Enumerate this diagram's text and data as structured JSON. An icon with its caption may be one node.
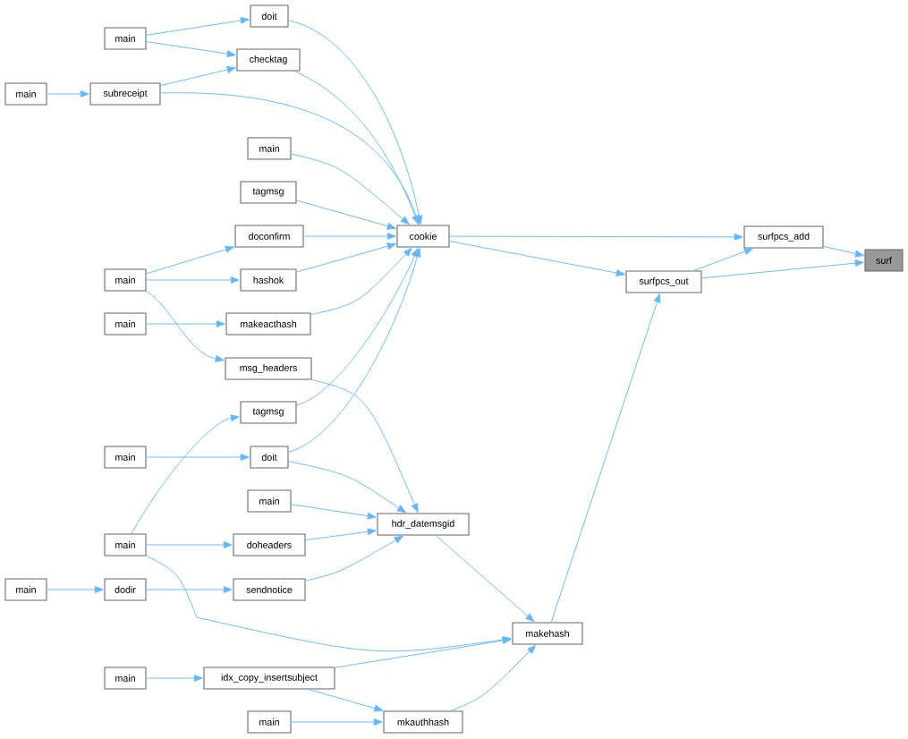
{
  "diagram": {
    "nodes": [
      {
        "text": [
          "surf"
        ]
      },
      {
        "text": [
          "surfpcs_add"
        ]
      },
      {
        "text": [
          "surfpcs_out"
        ]
      },
      {
        "text": [
          "cookie"
        ]
      },
      {
        "text": [
          "makehash"
        ]
      },
      {
        "text": [
          "doit"
        ]
      },
      {
        "text": [
          "checktag"
        ]
      },
      {
        "text": [
          "subreceipt"
        ]
      },
      {
        "text": [
          "main"
        ]
      },
      {
        "text": [
          "main"
        ]
      },
      {
        "text": [
          "main"
        ]
      },
      {
        "text": [
          "tagmsg"
        ]
      },
      {
        "text": [
          "doconfirm"
        ]
      },
      {
        "text": [
          "hashok"
        ]
      },
      {
        "text": [
          "makeacthash"
        ]
      },
      {
        "text": [
          "main"
        ]
      },
      {
        "text": [
          "main"
        ]
      },
      {
        "text": [
          "msg_headers"
        ]
      },
      {
        "text": [
          "tagmsg"
        ]
      },
      {
        "text": [
          "doit"
        ]
      },
      {
        "text": [
          "main"
        ]
      },
      {
        "text": [
          "hdr_datemsgid"
        ]
      },
      {
        "text": [
          "main"
        ]
      },
      {
        "text": [
          "doheaders"
        ]
      },
      {
        "text": [
          "main"
        ]
      },
      {
        "text": [
          "sendnotice"
        ]
      },
      {
        "text": [
          "dodir"
        ]
      },
      {
        "text": [
          "main"
        ]
      },
      {
        "text": [
          "idx_copy_insertsubject"
        ]
      },
      {
        "text": [
          "main"
        ]
      },
      {
        "text": [
          "mkauthhash"
        ]
      },
      {
        "text": [
          "main"
        ]
      }
    ],
    "edges": [
      {
        "from": 1,
        "to": 0,
        "arrow": "to"
      },
      {
        "from": 2,
        "to": 0,
        "arrow": "to"
      },
      {
        "from": 2,
        "to": 1,
        "arrow": "to"
      },
      {
        "from": 3,
        "to": 1,
        "arrow": "to"
      },
      {
        "from": 3,
        "to": 2,
        "arrow": "to"
      },
      {
        "from": 4,
        "to": 2,
        "arrow": "to"
      },
      {
        "from": 5,
        "to": 3,
        "arrow": "to"
      },
      {
        "from": 6,
        "to": 3,
        "arrow": "to"
      },
      {
        "from": 7,
        "to": 3,
        "arrow": "to"
      },
      {
        "from": 10,
        "to": 3,
        "arrow": "to"
      },
      {
        "from": 11,
        "to": 3,
        "arrow": "to"
      },
      {
        "from": 12,
        "to": 3,
        "arrow": "to"
      },
      {
        "from": 13,
        "to": 3,
        "arrow": "to"
      },
      {
        "from": 14,
        "to": 3,
        "arrow": "to"
      },
      {
        "from": 18,
        "to": 3,
        "arrow": "to"
      },
      {
        "from": 19,
        "to": 3,
        "arrow": "to"
      },
      {
        "from": 8,
        "to": 5,
        "arrow": "to"
      },
      {
        "from": 8,
        "to": 6,
        "arrow": "to"
      },
      {
        "from": 7,
        "to": 6,
        "arrow": "to"
      },
      {
        "from": 9,
        "to": 7,
        "arrow": "to"
      },
      {
        "from": 15,
        "to": 12,
        "arrow": "to"
      },
      {
        "from": 15,
        "to": 13,
        "arrow": "to"
      },
      {
        "from": 15,
        "to": 17,
        "arrow": "to"
      },
      {
        "from": 16,
        "to": 14,
        "arrow": "to"
      },
      {
        "from": 17,
        "to": 21,
        "arrow": "to"
      },
      {
        "from": 19,
        "to": 21,
        "arrow": "to"
      },
      {
        "from": 22,
        "to": 21,
        "arrow": "to"
      },
      {
        "from": 23,
        "to": 21,
        "arrow": "to"
      },
      {
        "from": 25,
        "to": 21,
        "arrow": "to"
      },
      {
        "from": 21,
        "to": 4,
        "arrow": "to"
      },
      {
        "from": 20,
        "to": 19,
        "arrow": "to"
      },
      {
        "from": 24,
        "to": 18,
        "arrow": "to"
      },
      {
        "from": 24,
        "to": 23,
        "arrow": "to"
      },
      {
        "from": 24,
        "to": 4,
        "arrow": "to"
      },
      {
        "from": 27,
        "to": 26,
        "arrow": "to"
      },
      {
        "from": 26,
        "to": 25,
        "arrow": "to"
      },
      {
        "from": 28,
        "to": 4,
        "arrow": "to"
      },
      {
        "from": 28,
        "to": 30,
        "arrow": "to"
      },
      {
        "from": 30,
        "to": 4,
        "arrow": "to"
      },
      {
        "from": 29,
        "to": 28,
        "arrow": "to"
      },
      {
        "from": 31,
        "to": 30,
        "arrow": "to"
      }
    ]
  }
}
